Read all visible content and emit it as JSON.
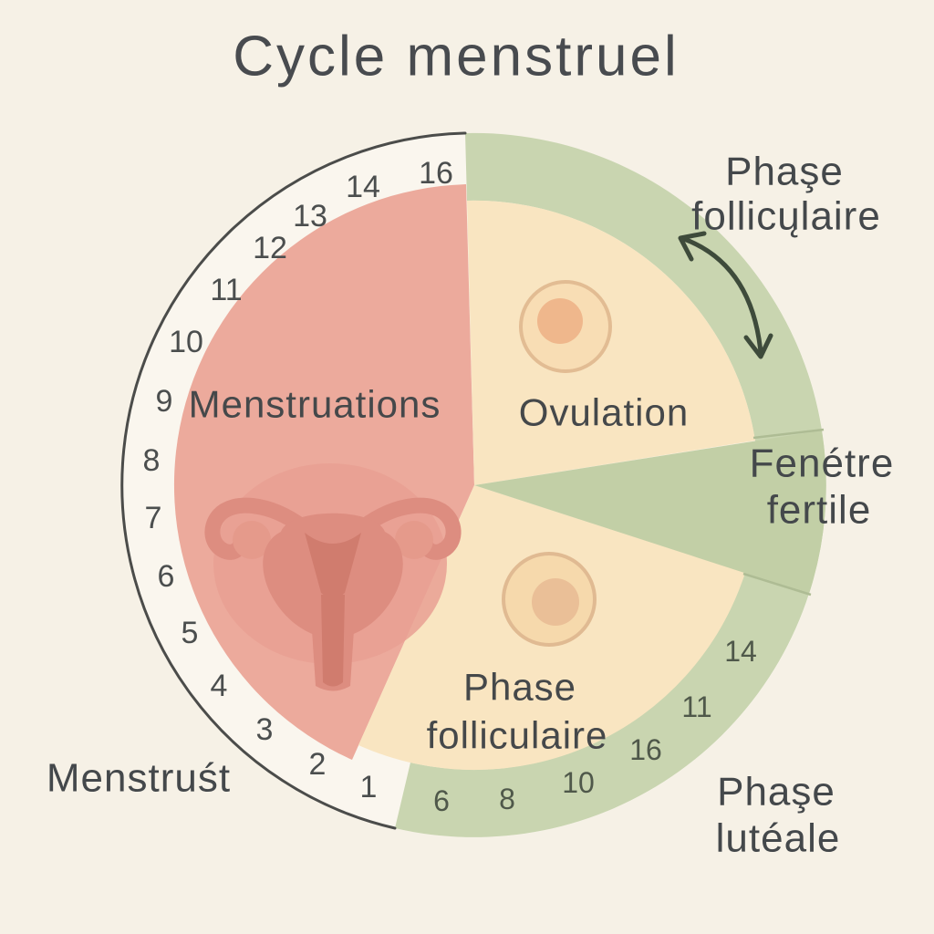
{
  "title": "Cycle menstruel",
  "diagram": {
    "colors": {
      "background": "#f6f1e6",
      "ring_white": "#faf6ee",
      "menstruation_pink": "#ecaa9c",
      "follicular_cream": "#f9e5c1",
      "fertile_green_band": "#c9d5b0",
      "fertile_green_wedge": "#c2cfa6",
      "outline_ink": "#4b4c4a",
      "arrow_green": "#3e4b3b",
      "uterus_rose": "#dd8d80",
      "uterus_dark_rose": "#d07c6e",
      "egg_fill": "#f8ddb4",
      "egg_ring": "#e2bc93",
      "egg_core": "#efb78c"
    },
    "segments": {
      "menstruations_label": "Menstruations",
      "ovulation_label": "Ovulation",
      "follicular_label_line1": "Phase",
      "follicular_label_line2": "folliculaire"
    },
    "outer_labels": {
      "follicular_line1": "Phaşe",
      "follicular_line2": "follicųlaire",
      "fertile_line1": "Fenétre",
      "fertile_line2": "fertile",
      "luteal_line1": "Phaşe",
      "luteal_line2": "lutéale",
      "menstrual": "Menstruśt"
    },
    "dial": {
      "left_numbers": [
        "1",
        "2",
        "3",
        "4",
        "5",
        "6",
        "7",
        "8",
        "9",
        "10",
        "11",
        "12",
        "13",
        "14",
        "16"
      ],
      "green_numbers": [
        "6",
        "8",
        "10",
        "16",
        "11",
        "14"
      ]
    },
    "icons": {
      "uterus": "uterus-icon",
      "egg_top": "egg-cell-icon",
      "egg_bottom": "egg-cell-icon",
      "arrow": "curved-double-arrow-icon"
    }
  }
}
